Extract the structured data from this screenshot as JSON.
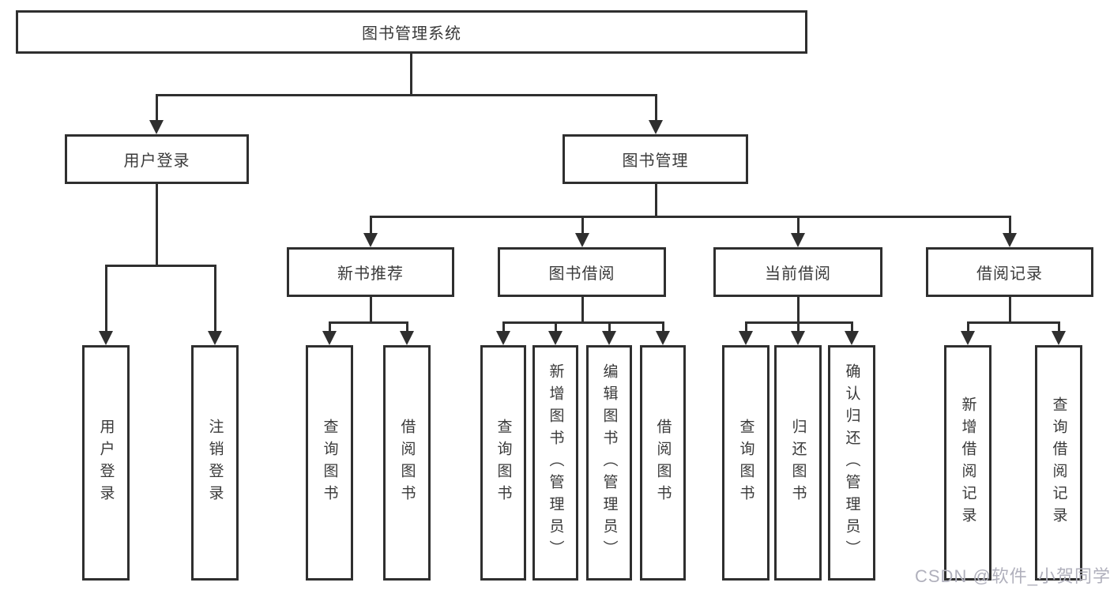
{
  "diagram": {
    "root": {
      "label": "图书管理系统"
    },
    "level2": [
      {
        "label": "用户登录"
      },
      {
        "label": "图书管理"
      }
    ],
    "level3": [
      {
        "label": "新书推荐"
      },
      {
        "label": "图书借阅"
      },
      {
        "label": "当前借阅"
      },
      {
        "label": "借阅记录"
      }
    ],
    "leaves": {
      "user_login": [
        {
          "label": "用户登录"
        },
        {
          "label": "注销登录"
        }
      ],
      "new_book_recommend": [
        {
          "label": "查询图书"
        },
        {
          "label": "借阅图书"
        }
      ],
      "book_borrow": [
        {
          "label": "查询图书"
        },
        {
          "label": "新增图书（管理员）"
        },
        {
          "label": "编辑图书（管理员）"
        },
        {
          "label": "借阅图书"
        }
      ],
      "current_borrow": [
        {
          "label": "查询图书"
        },
        {
          "label": "归还图书"
        },
        {
          "label": "确认归还（管理员）"
        }
      ],
      "borrow_records": [
        {
          "label": "新增借阅记录"
        },
        {
          "label": "查询借阅记录"
        }
      ]
    },
    "colors": {
      "line": "#2f2f2f",
      "text": "#3a3a3a",
      "watermark": "#b0b0bc",
      "background": "#ffffff"
    }
  },
  "watermark": {
    "text": "CSDN @软件_小贺同学"
  }
}
